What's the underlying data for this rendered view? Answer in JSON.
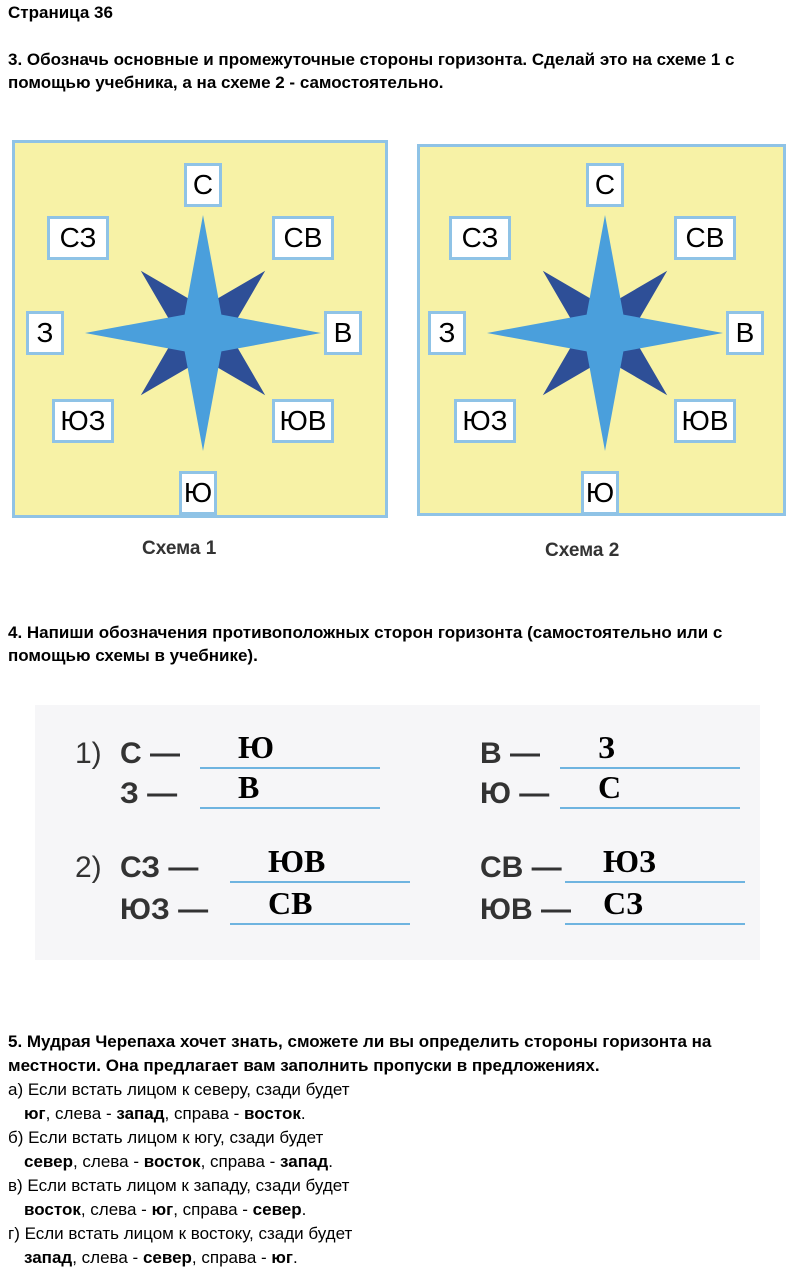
{
  "page_title": "Страница 36",
  "ex3": {
    "title": "3. Обозначь основные и промежуточные стороны горизонта. Сделай это на схеме 1 с помощью учебника, а на схеме 2 - самостоятельно.",
    "scheme1": {
      "caption": "Схема 1",
      "labels": {
        "n": "С",
        "nw": "СЗ",
        "ne": "СВ",
        "w": "З",
        "e": "В",
        "sw": "ЮЗ",
        "se": "ЮВ",
        "s": "Ю"
      }
    },
    "scheme2": {
      "caption": "Схема 2",
      "labels": {
        "n": "С",
        "nw": "СЗ",
        "ne": "СВ",
        "w": "З",
        "e": "В",
        "sw": "ЮЗ",
        "se": "ЮВ",
        "s": "Ю"
      }
    },
    "colors": {
      "bg": "#f7f2a6",
      "main_star": "#4a9fdc",
      "diag_star": "#2e4f97"
    }
  },
  "ex4": {
    "title": "4. Напиши обозначения противоположных сторон горизонта (самостоятельно или с помощью схемы в учебнике).",
    "n1": "1)",
    "n2": "2)",
    "rows": [
      {
        "key": "С —",
        "answer": "Ю"
      },
      {
        "key": "З —",
        "answer": "В"
      },
      {
        "key": "В —",
        "answer": "З"
      },
      {
        "key": "Ю —",
        "answer": "С"
      },
      {
        "key": "СЗ —",
        "answer": "ЮВ"
      },
      {
        "key": "ЮЗ —",
        "answer": "СВ"
      },
      {
        "key": "СВ —",
        "answer": "ЮЗ"
      },
      {
        "key": "ЮВ —",
        "answer": "СЗ"
      }
    ]
  },
  "ex5": {
    "title": "5. Мудрая Черепаха хочет знать, сможете ли вы определить стороны горизонта на местности. Она предлагает вам заполнить пропуски в предложениях.",
    "items": [
      {
        "q": "а) Если встать лицом к северу, сзади будет",
        "behind": "юг",
        "left_l": ", слева - ",
        "left": "запад",
        "right_l": ", справа - ",
        "right": "восток",
        "end": "."
      },
      {
        "q": "б) Если встать лицом к югу, сзади будет",
        "behind": "север",
        "left_l": ", слева - ",
        "left": "восток",
        "right_l": ", справа - ",
        "right": "запад",
        "end": "."
      },
      {
        "q": "в) Если встать лицом к западу, сзади будет",
        "behind": "восток",
        "left_l": ", слева - ",
        "left": "юг",
        "right_l": ", справа - ",
        "right": "север",
        "end": "."
      },
      {
        "q": "г) Если встать лицом к востоку, сзади будет",
        "behind": "запад",
        "left_l": ", слева - ",
        "left": "север",
        "right_l": ", справа - ",
        "right": "юг",
        "end": "."
      }
    ]
  }
}
